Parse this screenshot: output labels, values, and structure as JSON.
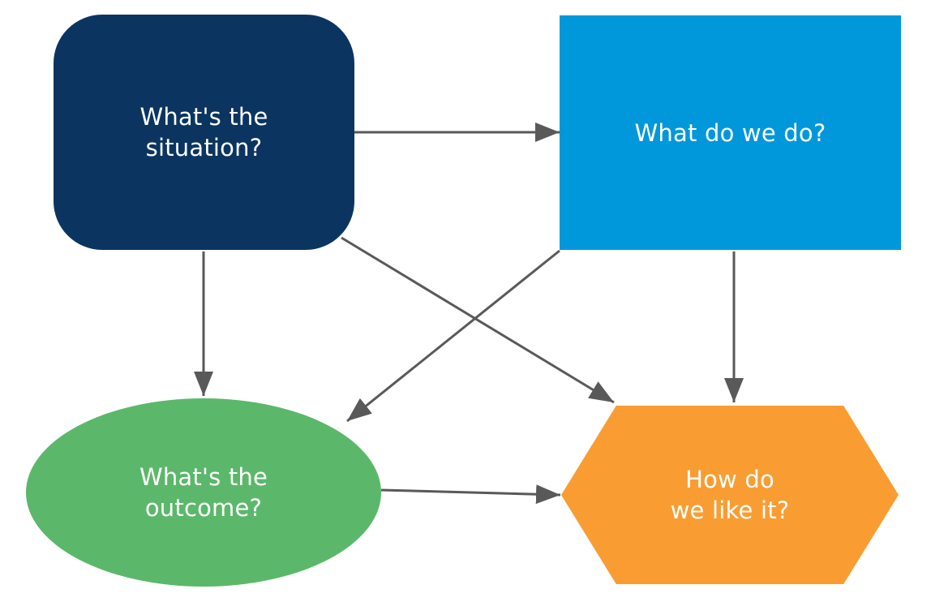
{
  "diagram": {
    "type": "flowchart",
    "background": "#FFFFFF",
    "arrow_color": "#595959",
    "nodes": [
      {
        "id": "situation",
        "label": "What's the\nsituation?",
        "shape": "rounded-rectangle",
        "color": "#0B3560",
        "text_color": "#FFFFFF"
      },
      {
        "id": "action",
        "label": "What do we do?",
        "shape": "rectangle",
        "color": "#0097DB",
        "text_color": "#FFFFFF"
      },
      {
        "id": "outcome",
        "label": "What's the\noutcome?",
        "shape": "ellipse",
        "color": "#5BB86A",
        "text_color": "#FFFFFF"
      },
      {
        "id": "evaluation",
        "label": "How do\nwe like it?",
        "shape": "hexagon",
        "color": "#F99D33",
        "text_color": "#FFFFFF"
      }
    ],
    "edges": [
      {
        "from": "situation",
        "to": "action"
      },
      {
        "from": "situation",
        "to": "outcome"
      },
      {
        "from": "situation",
        "to": "evaluation"
      },
      {
        "from": "action",
        "to": "outcome"
      },
      {
        "from": "action",
        "to": "evaluation"
      },
      {
        "from": "outcome",
        "to": "evaluation"
      }
    ]
  }
}
